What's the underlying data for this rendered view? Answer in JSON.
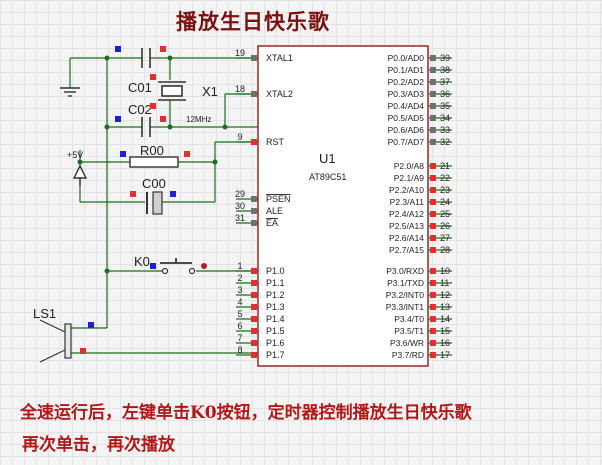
{
  "title": "播放生日快乐歌",
  "notes": {
    "line1": "全速运行后，左键单击K0按钮，定时器控制播放生日快乐歌",
    "line2": "再次单击，再次播放"
  },
  "chip": {
    "name": "U1",
    "part": "AT89C51",
    "left_pins": [
      {
        "num": "19",
        "label": "XTAL1"
      },
      {
        "num": "18",
        "label": "XTAL2"
      },
      {
        "num": "9",
        "label": "RST"
      },
      {
        "num": "29",
        "label": "PSEN"
      },
      {
        "num": "30",
        "label": "ALE"
      },
      {
        "num": "31",
        "label": "EA"
      },
      {
        "num": "1",
        "label": "P1.0"
      },
      {
        "num": "2",
        "label": "P1.1"
      },
      {
        "num": "3",
        "label": "P1.2"
      },
      {
        "num": "4",
        "label": "P1.3"
      },
      {
        "num": "5",
        "label": "P1.4"
      },
      {
        "num": "6",
        "label": "P1.5"
      },
      {
        "num": "7",
        "label": "P1.6"
      },
      {
        "num": "8",
        "label": "P1.7"
      }
    ],
    "right_pins": [
      {
        "num": "39",
        "label": "P0.0/AD0"
      },
      {
        "num": "38",
        "label": "P0.1/AD1"
      },
      {
        "num": "37",
        "label": "P0.2/AD2"
      },
      {
        "num": "36",
        "label": "P0.3/AD3"
      },
      {
        "num": "35",
        "label": "P0.4/AD4"
      },
      {
        "num": "34",
        "label": "P0.5/AD5"
      },
      {
        "num": "33",
        "label": "P0.6/AD6"
      },
      {
        "num": "32",
        "label": "P0.7/AD7"
      },
      {
        "num": "21",
        "label": "P2.0/A8"
      },
      {
        "num": "22",
        "label": "P2.1/A9"
      },
      {
        "num": "23",
        "label": "P2.2/A10"
      },
      {
        "num": "24",
        "label": "P2.3/A11"
      },
      {
        "num": "25",
        "label": "P2.4/A12"
      },
      {
        "num": "26",
        "label": "P2.5/A13"
      },
      {
        "num": "27",
        "label": "P2.6/A14"
      },
      {
        "num": "28",
        "label": "P2.7/A15"
      },
      {
        "num": "10",
        "label": "P3.0/RXD"
      },
      {
        "num": "11",
        "label": "P3.1/TXD"
      },
      {
        "num": "12",
        "label": "P3.2/INT0"
      },
      {
        "num": "13",
        "label": "P3.3/INT1"
      },
      {
        "num": "14",
        "label": "P3.4/T0"
      },
      {
        "num": "15",
        "label": "P3.5/T1"
      },
      {
        "num": "16",
        "label": "P3.6/WR"
      },
      {
        "num": "17",
        "label": "P3.7/RD"
      }
    ]
  },
  "components": {
    "c01": "C01",
    "c02": "C02",
    "c00": "C00",
    "r00": "R00",
    "x1": "X1",
    "x1_freq": "12MHz",
    "k0": "K0",
    "ls1": "LS1",
    "vcc": "+5V"
  },
  "colors": {
    "wire": "#1a6e1a",
    "chip_outline": "#8b1a1a",
    "chip_fill": "#ffffff",
    "title": "#7a1010",
    "note": "#b01818",
    "pin_red": "#e03030",
    "pin_blue": "#2020d0",
    "pin_grey": "#707070"
  }
}
